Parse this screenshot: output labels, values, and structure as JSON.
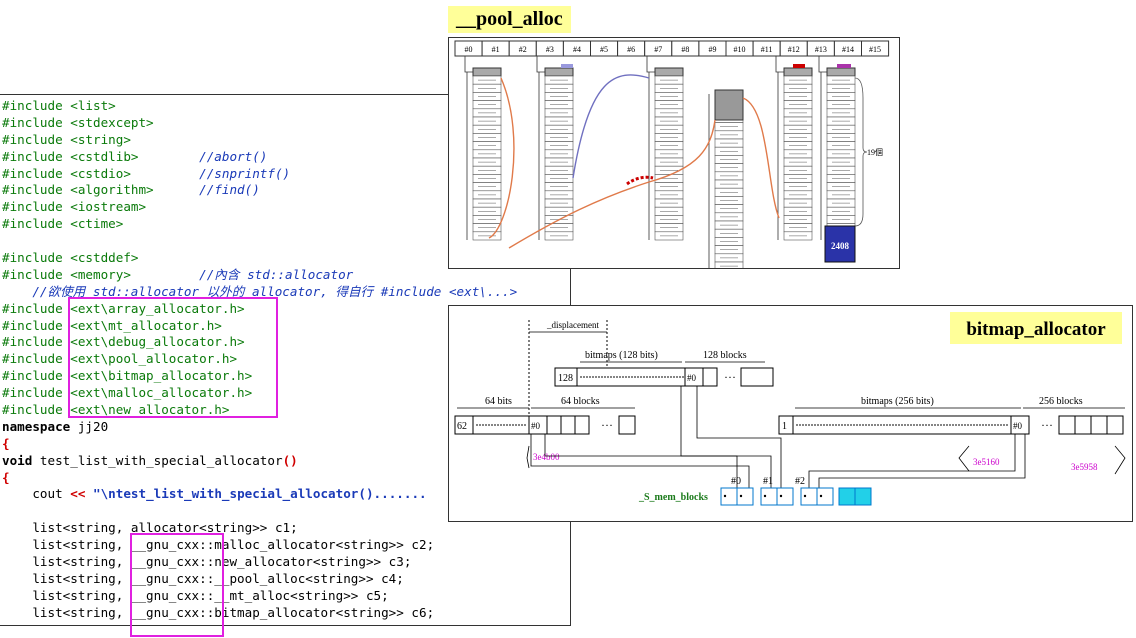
{
  "code": {
    "lines": [
      {
        "parts": [
          {
            "t": "#include <list>",
            "c": "#0a7a0a"
          }
        ]
      },
      {
        "parts": [
          {
            "t": "#include <stdexcept>",
            "c": "#0a7a0a"
          }
        ]
      },
      {
        "parts": [
          {
            "t": "#include <string>",
            "c": "#0a7a0a"
          }
        ]
      },
      {
        "parts": [
          {
            "t": "#include <cstdlib>",
            "c": "#0a7a0a"
          },
          {
            "t": "        //abort()",
            "c": "#1a3ab8",
            "i": true
          }
        ]
      },
      {
        "parts": [
          {
            "t": "#include <cstdio>",
            "c": "#0a7a0a"
          },
          {
            "t": "         //snprintf()",
            "c": "#1a3ab8",
            "i": true
          }
        ]
      },
      {
        "parts": [
          {
            "t": "#include <algorithm>",
            "c": "#0a7a0a"
          },
          {
            "t": "      //find()",
            "c": "#1a3ab8",
            "i": true
          }
        ]
      },
      {
        "parts": [
          {
            "t": "#include <iostream>",
            "c": "#0a7a0a"
          }
        ]
      },
      {
        "parts": [
          {
            "t": "#include <ctime>",
            "c": "#0a7a0a"
          }
        ]
      },
      {
        "parts": [
          {
            "t": " ",
            "c": "#000"
          }
        ]
      },
      {
        "parts": [
          {
            "t": "#include <cstddef>",
            "c": "#0a7a0a"
          }
        ]
      },
      {
        "parts": [
          {
            "t": "#include <memory>",
            "c": "#0a7a0a"
          },
          {
            "t": "         //內含 std::allocator",
            "c": "#1a3ab8",
            "i": true
          }
        ]
      },
      {
        "parts": [
          {
            "t": "    //欲使用 std::allocator 以外的 allocator, 得自行 #include <ext\\...>",
            "c": "#1a3ab8",
            "i": true
          }
        ]
      },
      {
        "parts": [
          {
            "t": "#include <ext\\array_allocator.h>",
            "c": "#0a7a0a"
          }
        ]
      },
      {
        "parts": [
          {
            "t": "#include <ext\\mt_allocator.h>",
            "c": "#0a7a0a"
          }
        ]
      },
      {
        "parts": [
          {
            "t": "#include <ext\\debug_allocator.h>",
            "c": "#0a7a0a"
          }
        ]
      },
      {
        "parts": [
          {
            "t": "#include <ext\\pool_allocator.h>",
            "c": "#0a7a0a"
          }
        ]
      },
      {
        "parts": [
          {
            "t": "#include <ext\\bitmap_allocator.h>",
            "c": "#0a7a0a"
          }
        ]
      },
      {
        "parts": [
          {
            "t": "#include <ext\\malloc_allocator.h>",
            "c": "#0a7a0a"
          }
        ]
      },
      {
        "parts": [
          {
            "t": "#include <ext\\new_allocator.h>",
            "c": "#0a7a0a"
          }
        ]
      },
      {
        "parts": [
          {
            "t": "namespace",
            "c": "#000",
            "b": true
          },
          {
            "t": " jj20",
            "c": "#000"
          }
        ]
      },
      {
        "parts": [
          {
            "t": "{",
            "c": "#d00000",
            "b": true
          }
        ]
      },
      {
        "parts": [
          {
            "t": "void",
            "c": "#000",
            "b": true
          },
          {
            "t": " test_list_with_special_allocator",
            "c": "#000"
          },
          {
            "t": "()",
            "c": "#d00000",
            "b": true
          }
        ]
      },
      {
        "parts": [
          {
            "t": "{",
            "c": "#d00000",
            "b": true
          }
        ]
      },
      {
        "parts": [
          {
            "t": "    cout ",
            "c": "#000"
          },
          {
            "t": "<<",
            "c": "#d00000",
            "b": true
          },
          {
            "t": " \"\\ntest_list_with_special_allocator().......",
            "c": "#1a3ab8",
            "b": true
          }
        ]
      },
      {
        "parts": [
          {
            "t": " ",
            "c": "#000"
          }
        ]
      },
      {
        "parts": [
          {
            "t": "    list<string, allocator<string>> c1;",
            "c": "#000"
          }
        ]
      },
      {
        "parts": [
          {
            "t": "    list<string, __gnu_cxx::malloc_allocator<string>> c2;",
            "c": "#000"
          }
        ]
      },
      {
        "parts": [
          {
            "t": "    list<string, __gnu_cxx::new_allocator<string>> c3;",
            "c": "#000"
          }
        ]
      },
      {
        "parts": [
          {
            "t": "    list<string, __gnu_cxx::__pool_alloc<string>> c4;",
            "c": "#000"
          }
        ]
      },
      {
        "parts": [
          {
            "t": "    list<string, __gnu_cxx::__mt_alloc<string>> c5;",
            "c": "#000"
          }
        ]
      },
      {
        "parts": [
          {
            "t": "    list<string, __gnu_cxx::bitmap_allocator<string>> c6;",
            "c": "#000"
          }
        ]
      }
    ]
  },
  "pool_diagram": {
    "title": "__pool_alloc",
    "slots": [
      "#0",
      "#1",
      "#2",
      "#3",
      "#4",
      "#5",
      "#6",
      "#7",
      "#8",
      "#9",
      "#10",
      "#11",
      "#12",
      "#13",
      "#14",
      "#15"
    ],
    "brace_label": "19個",
    "block_label": "2408",
    "colors": {
      "curve": "#e07a4a",
      "blue_curve": "#7070c0",
      "red": "#cc0000",
      "accent": "#2a33a8"
    }
  },
  "bitmap_diagram": {
    "title": "bitmap_allocator",
    "displacement": "_displacement",
    "bitmaps128": "bitmaps (128 bits)",
    "blocks128": "128 blocks",
    "n128": "128",
    "bits64": "64 bits",
    "blocks64": "64 blocks",
    "n62": "62",
    "bitmaps256": "bitmaps (256 bits)",
    "blocks256": "256 blocks",
    "n1": "1",
    "zero": "#0",
    "ellipsis": "···",
    "addr1": "3e4b00",
    "addr2": "3e5160",
    "addr3": "3e5958",
    "mem_label": "_S_mem_blocks",
    "idx0": "#0",
    "idx1": "#1",
    "idx2": "#2"
  }
}
